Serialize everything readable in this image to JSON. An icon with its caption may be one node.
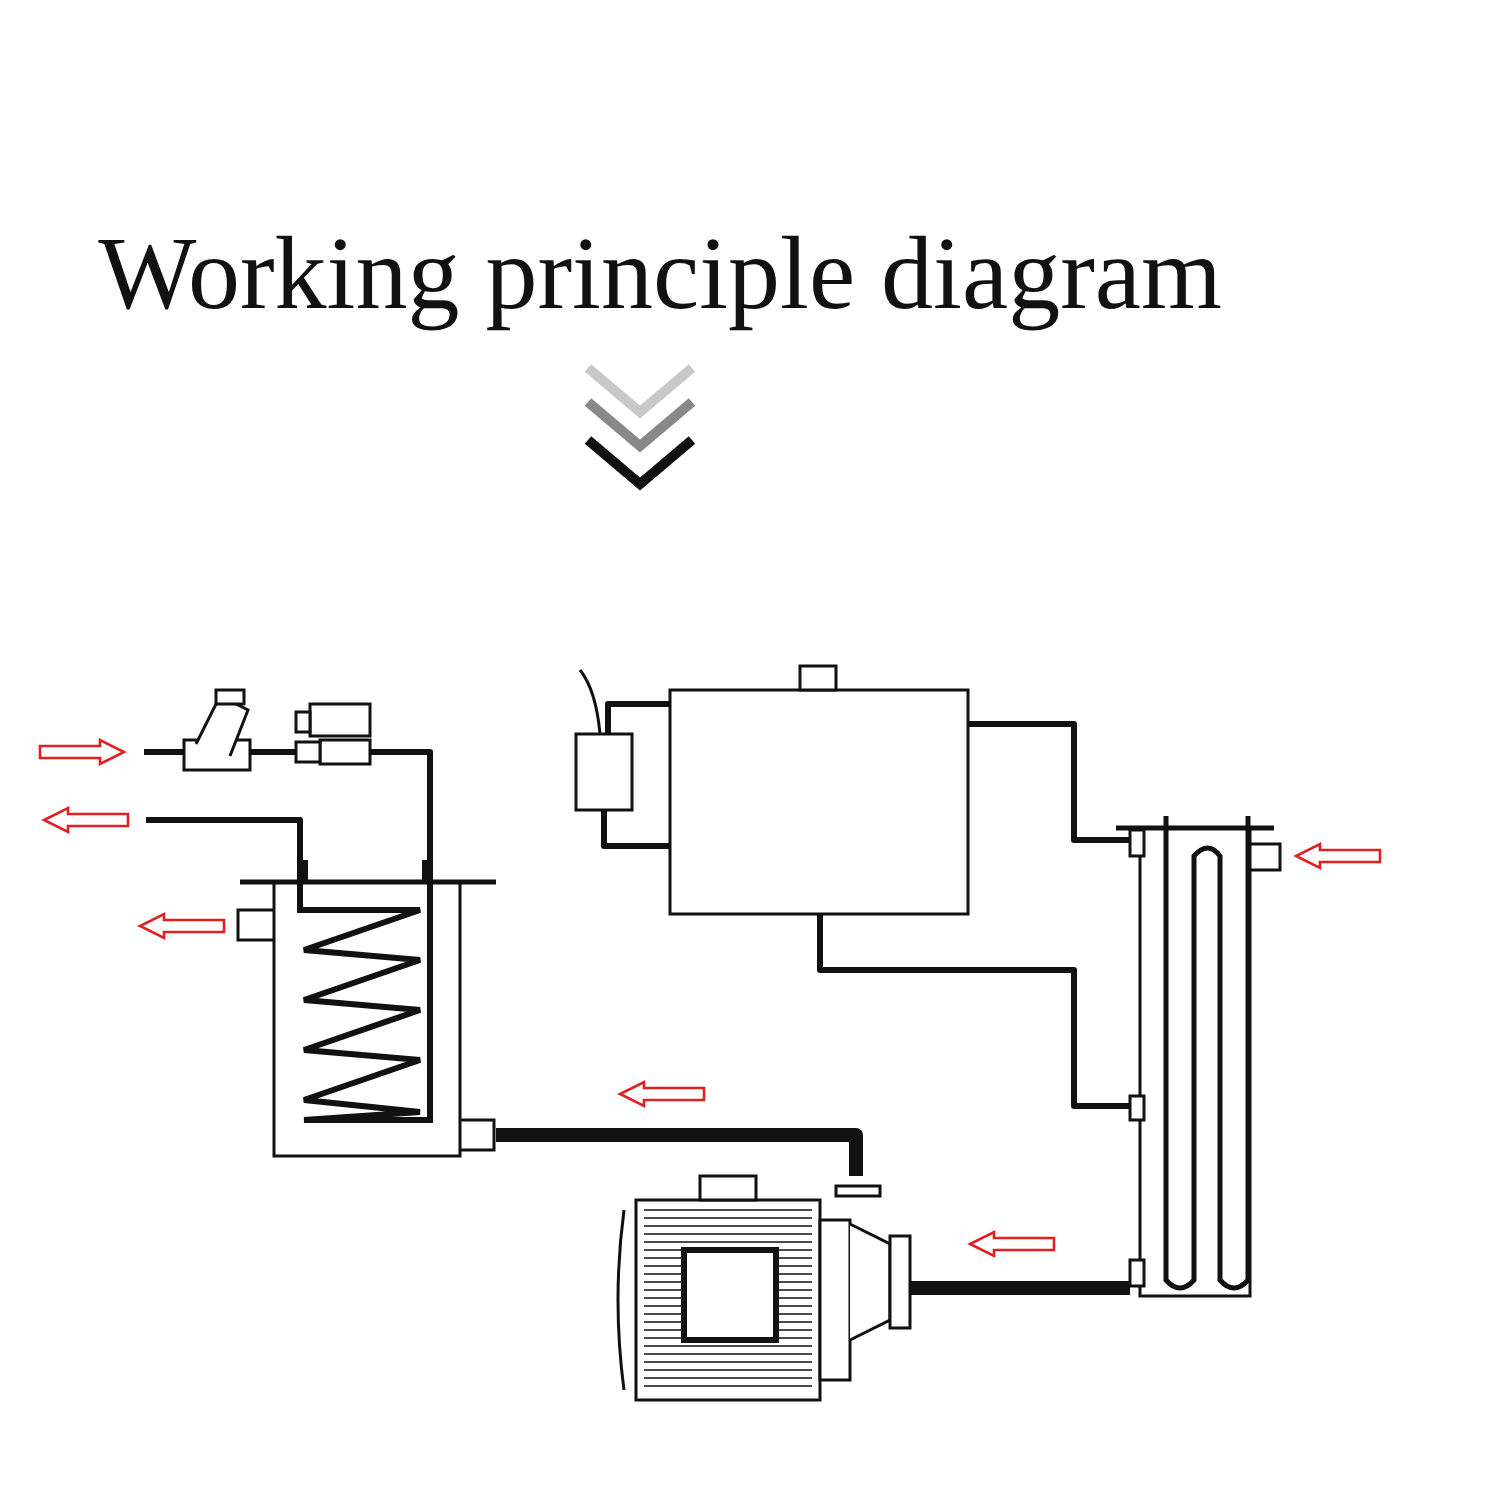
{
  "diagram": {
    "title": "Working principle diagram",
    "nodes": [
      {
        "text": [],
        "shape": "picture"
      },
      {
        "text": [],
        "shape": "picture"
      },
      {
        "text": [],
        "shape": "picture"
      },
      {
        "text": [],
        "shape": "box"
      },
      {
        "text": [],
        "shape": "box"
      },
      {
        "text": [],
        "shape": "picture"
      },
      {
        "text": [],
        "shape": "picture"
      }
    ],
    "edges": [
      {
        "from": null,
        "to": 0,
        "arrow": "none"
      },
      {
        "from": 0,
        "to": 1,
        "arrow": "none"
      },
      {
        "from": 1,
        "to": 2,
        "arrow": "none"
      },
      {
        "from": 2,
        "to": null,
        "arrow": "none"
      },
      {
        "from": 3,
        "to": 4,
        "arrow": "none"
      },
      {
        "from": 3,
        "to": 4,
        "arrow": "none"
      },
      {
        "from": 4,
        "to": 5,
        "arrow": "none"
      },
      {
        "from": 4,
        "to": 5,
        "arrow": "none"
      },
      {
        "from": 2,
        "to": 6,
        "arrow": "none",
        "style": "thick"
      },
      {
        "from": 6,
        "to": 5,
        "arrow": "none",
        "style": "thick"
      }
    ]
  }
}
